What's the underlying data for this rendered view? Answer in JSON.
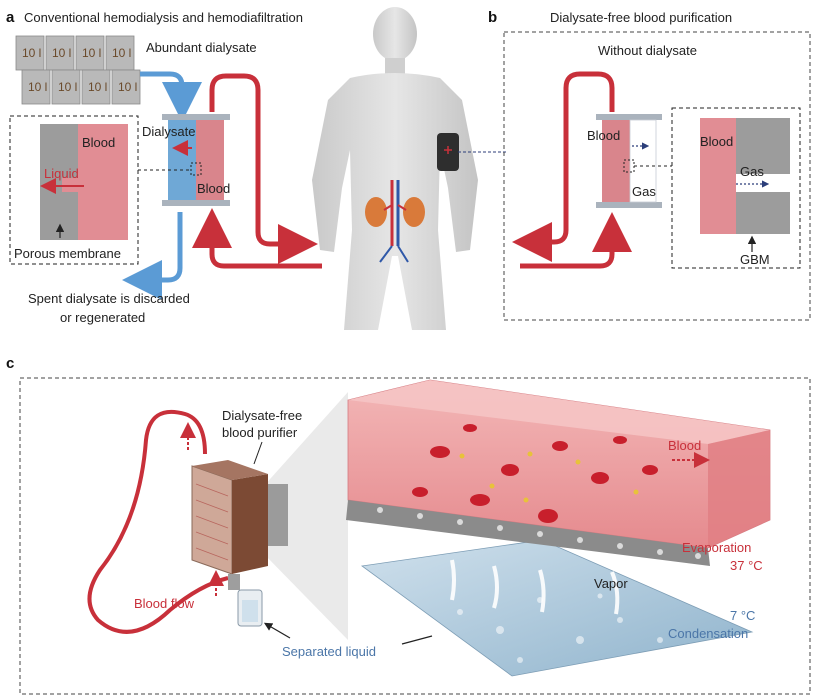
{
  "panel_a": {
    "letter": "a",
    "title": "Conventional hemodialysis and hemodiafiltration",
    "bag_label": "10 l",
    "dialysate_label": "Abundant dialysate",
    "inset_blood": "Blood",
    "inset_liquid": "Liquid",
    "inset_membrane": "Porous membrane",
    "filter_dialysate": "Dialysate",
    "filter_blood": "Blood",
    "spent_line1": "Spent dialysate is discarded",
    "spent_line2": "or regenerated"
  },
  "panel_b": {
    "letter": "b",
    "title": "Dialysate-free blood purification",
    "subtitle": "Without dialysate",
    "filter_blood": "Blood",
    "filter_gas": "Gas",
    "inset_blood": "Blood",
    "inset_gas": "Gas",
    "inset_gbm": "GBM"
  },
  "panel_c": {
    "letter": "c",
    "purifier_line1": "Dialysate-free",
    "purifier_line2": "blood purifier",
    "blood_flow": "Blood flow",
    "separated_liquid": "Separated liquid",
    "blood": "Blood",
    "evaporation": "Evaporation",
    "evap_temp": "37 °C",
    "vapor": "Vapor",
    "cond_temp": "7 °C",
    "condensation": "Condensation"
  },
  "colors": {
    "blood": "#c8303a",
    "dialysate": "#5b9bd5",
    "text_red": "#c8303a",
    "text_blue": "#4b76a8"
  }
}
